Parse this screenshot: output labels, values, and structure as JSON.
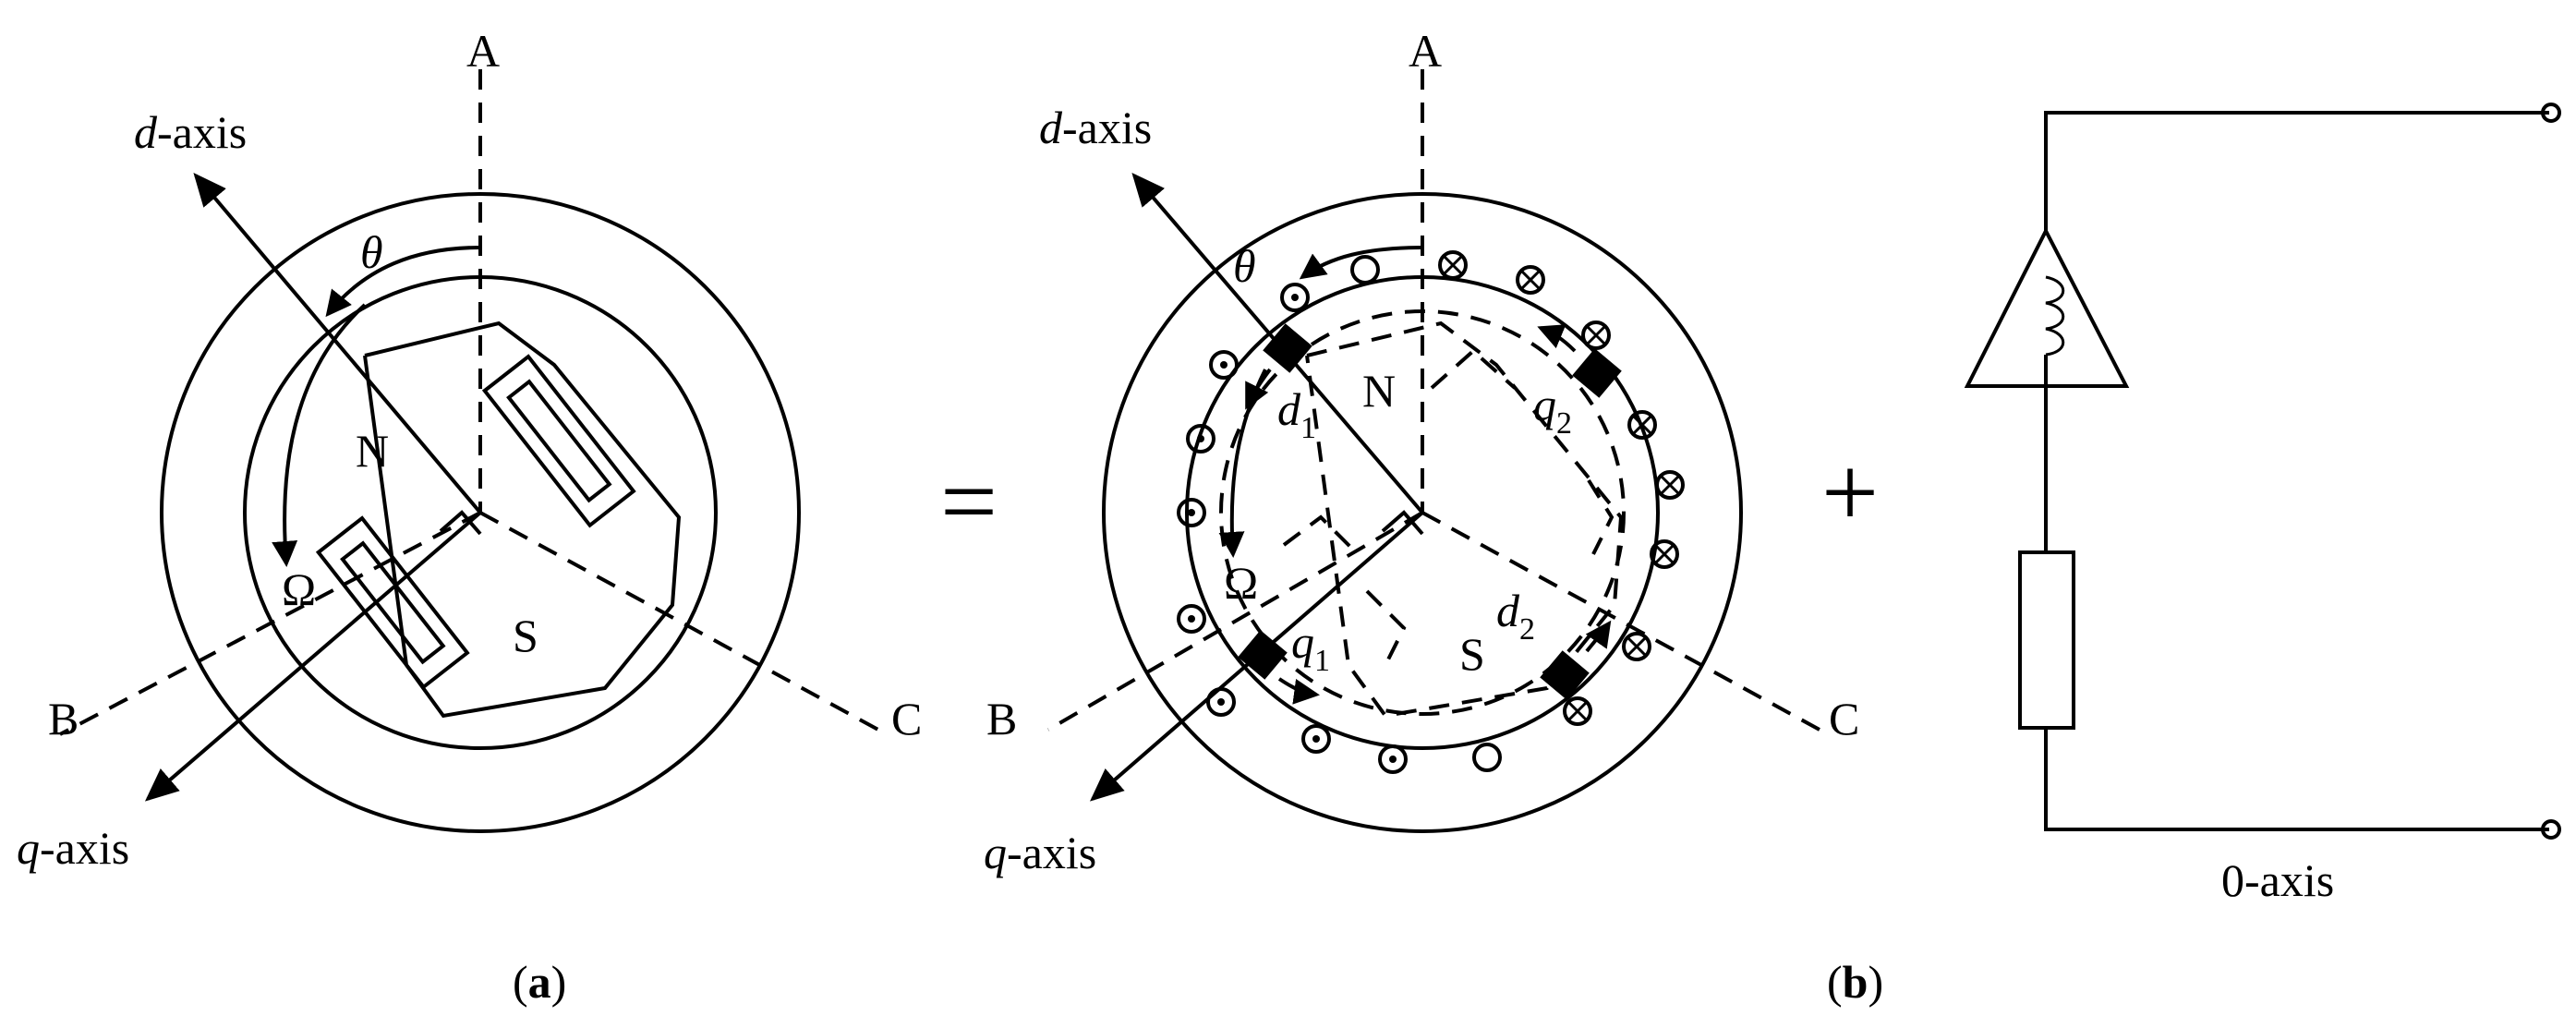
{
  "panel_a": {
    "phase_a": "A",
    "phase_b": "B",
    "phase_c": "C",
    "d_axis_var": "d",
    "d_axis_suffix": "-axis",
    "q_axis_var": "q",
    "q_axis_suffix": "-axis",
    "theta": "θ",
    "omega": "Ω",
    "north": "N",
    "south": "S",
    "caption_open": "(",
    "caption_letter": "a",
    "caption_close": ")"
  },
  "equals": "=",
  "panel_b": {
    "phase_a": "A",
    "phase_b": "B",
    "phase_c": "C",
    "d_axis_var": "d",
    "d_axis_suffix": "-axis",
    "q_axis_var": "q",
    "q_axis_suffix": "-axis",
    "theta": "θ",
    "omega": "Ω",
    "north": "N",
    "south": "S",
    "d1_var": "d",
    "d1_sub": "1",
    "d2_var": "d",
    "d2_sub": "2",
    "q1_var": "q",
    "q1_sub": "1",
    "q2_var": "q",
    "q2_sub": "2",
    "caption_open": "(",
    "caption_letter": "b",
    "caption_close": ")"
  },
  "plus": "+",
  "zero_axis": {
    "label": "0-axis"
  }
}
